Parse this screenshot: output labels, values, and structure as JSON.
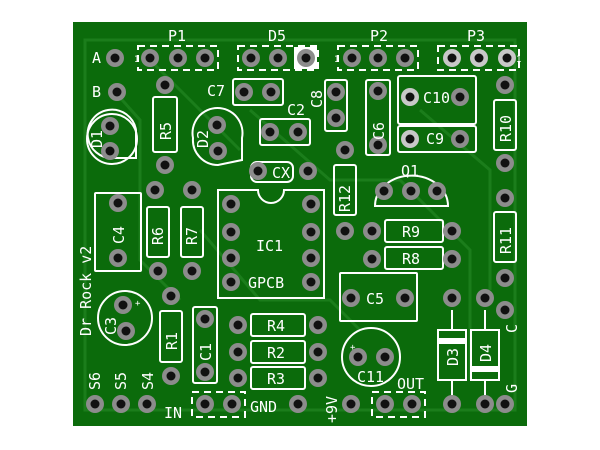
{
  "board": {
    "title": "Dr Rock v2",
    "logo": "GPCB",
    "colors": {
      "board": "#0b6b0b",
      "silk": "#ffffff",
      "pad": "#8c8c8c",
      "hole": "#111111"
    }
  },
  "labels": {
    "P1": "P1",
    "D5": "D5",
    "P2": "P2",
    "P3": "P3",
    "A": "A",
    "B": "B",
    "C": "C",
    "G": "G",
    "pin1": "1",
    "D1": "D1",
    "D2": "D2",
    "D3": "D3",
    "D4": "D4",
    "R1": "R1",
    "R2": "R2",
    "R3": "R3",
    "R4": "R4",
    "R5": "R5",
    "R6": "R6",
    "R7": "R7",
    "R8": "R8",
    "R9": "R9",
    "R10": "R10",
    "R11": "R11",
    "R12": "R12",
    "C1": "C1",
    "C2": "C2",
    "C3": "C3",
    "C4": "C4",
    "C5": "C5",
    "C6": "C6",
    "C7": "C7",
    "C8": "C8",
    "C9": "C9",
    "C10": "C10",
    "C11": "C11",
    "CX": "CX",
    "Q1": "Q1",
    "IC1": "IC1",
    "S4": "S4",
    "S5": "S5",
    "S6": "S6",
    "IN": "IN",
    "GND": "GND",
    "V9": "+9V",
    "OUT": "OUT",
    "plus": "+"
  }
}
